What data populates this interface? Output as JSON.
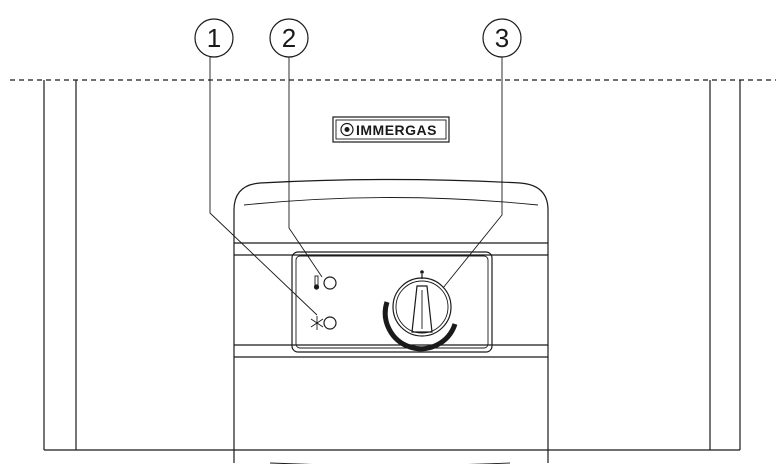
{
  "callouts": [
    {
      "number": "1",
      "target": "antifreeze-indicator"
    },
    {
      "number": "2",
      "target": "temperature-indicator"
    },
    {
      "number": "3",
      "target": "thermostat-knob"
    }
  ],
  "brand": {
    "logo_text": "IMMERGAS"
  },
  "icons": {
    "indicator_1": "snowflake-icon",
    "indicator_2": "thermometer-icon",
    "knob": "rotary-knob-icon"
  },
  "colors": {
    "line": "#1a1a1a",
    "background": "#ffffff"
  }
}
